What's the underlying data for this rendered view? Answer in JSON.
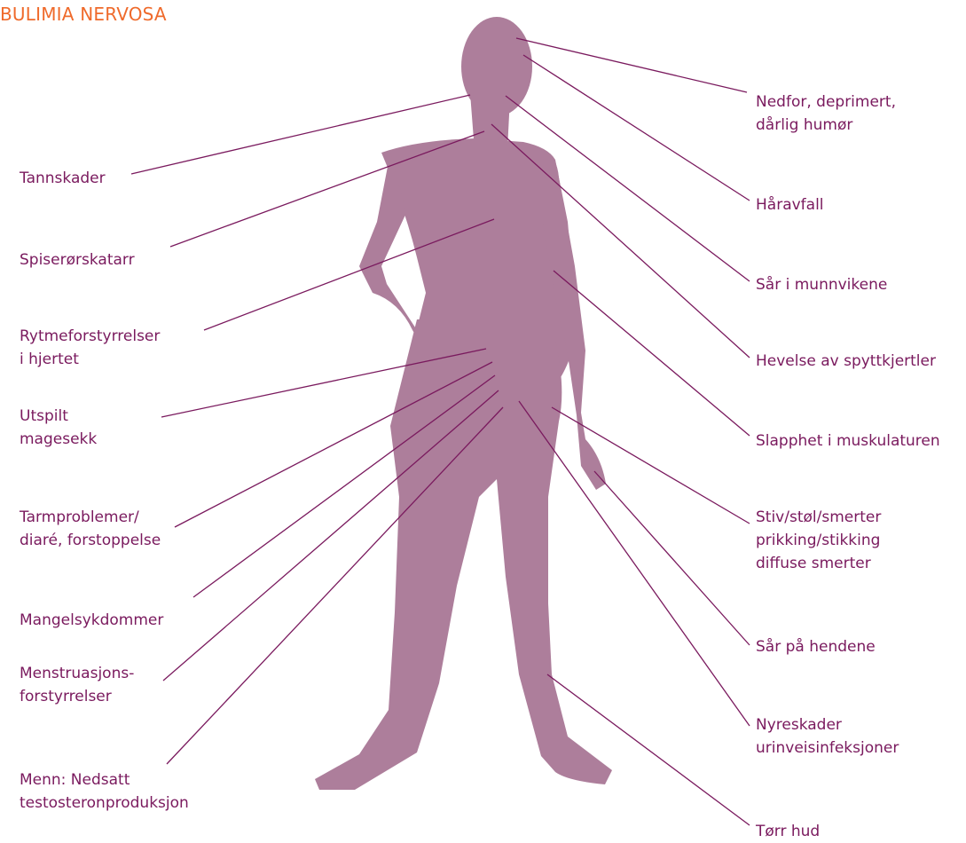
{
  "title": "BULIMIA NERVOSA",
  "colors": {
    "title": "#ef6a2b",
    "figure": "#ad7e9b",
    "line": "#7a1a5e",
    "label": "#7a1a5e"
  },
  "labels_left": [
    "Tannskader",
    "Spiserørskatarr",
    "Rytmeforstyrrelser\ni hjertet",
    "Utspilt\nmagesekk",
    "Tarmproblemer/\ndiaré, forstoppelse",
    "Mangelsykdommer",
    "Menstruasjons-\nforstyrrelser",
    "Menn: Nedsatt\ntestosteronproduksjon"
  ],
  "labels_right": [
    "Nedfor, deprimert,\ndårlig humør",
    "Håravfall",
    "Sår i munnvikene",
    "Hevelse av spyttkjertler",
    "Slapphet i muskulaturen",
    "Stiv/støl/smerter\nprikking/stikking\ndiffuse smerter",
    "Sår på hendene",
    "Nyreskader\nurinveisinfeksjoner",
    "Tørr hud"
  ]
}
